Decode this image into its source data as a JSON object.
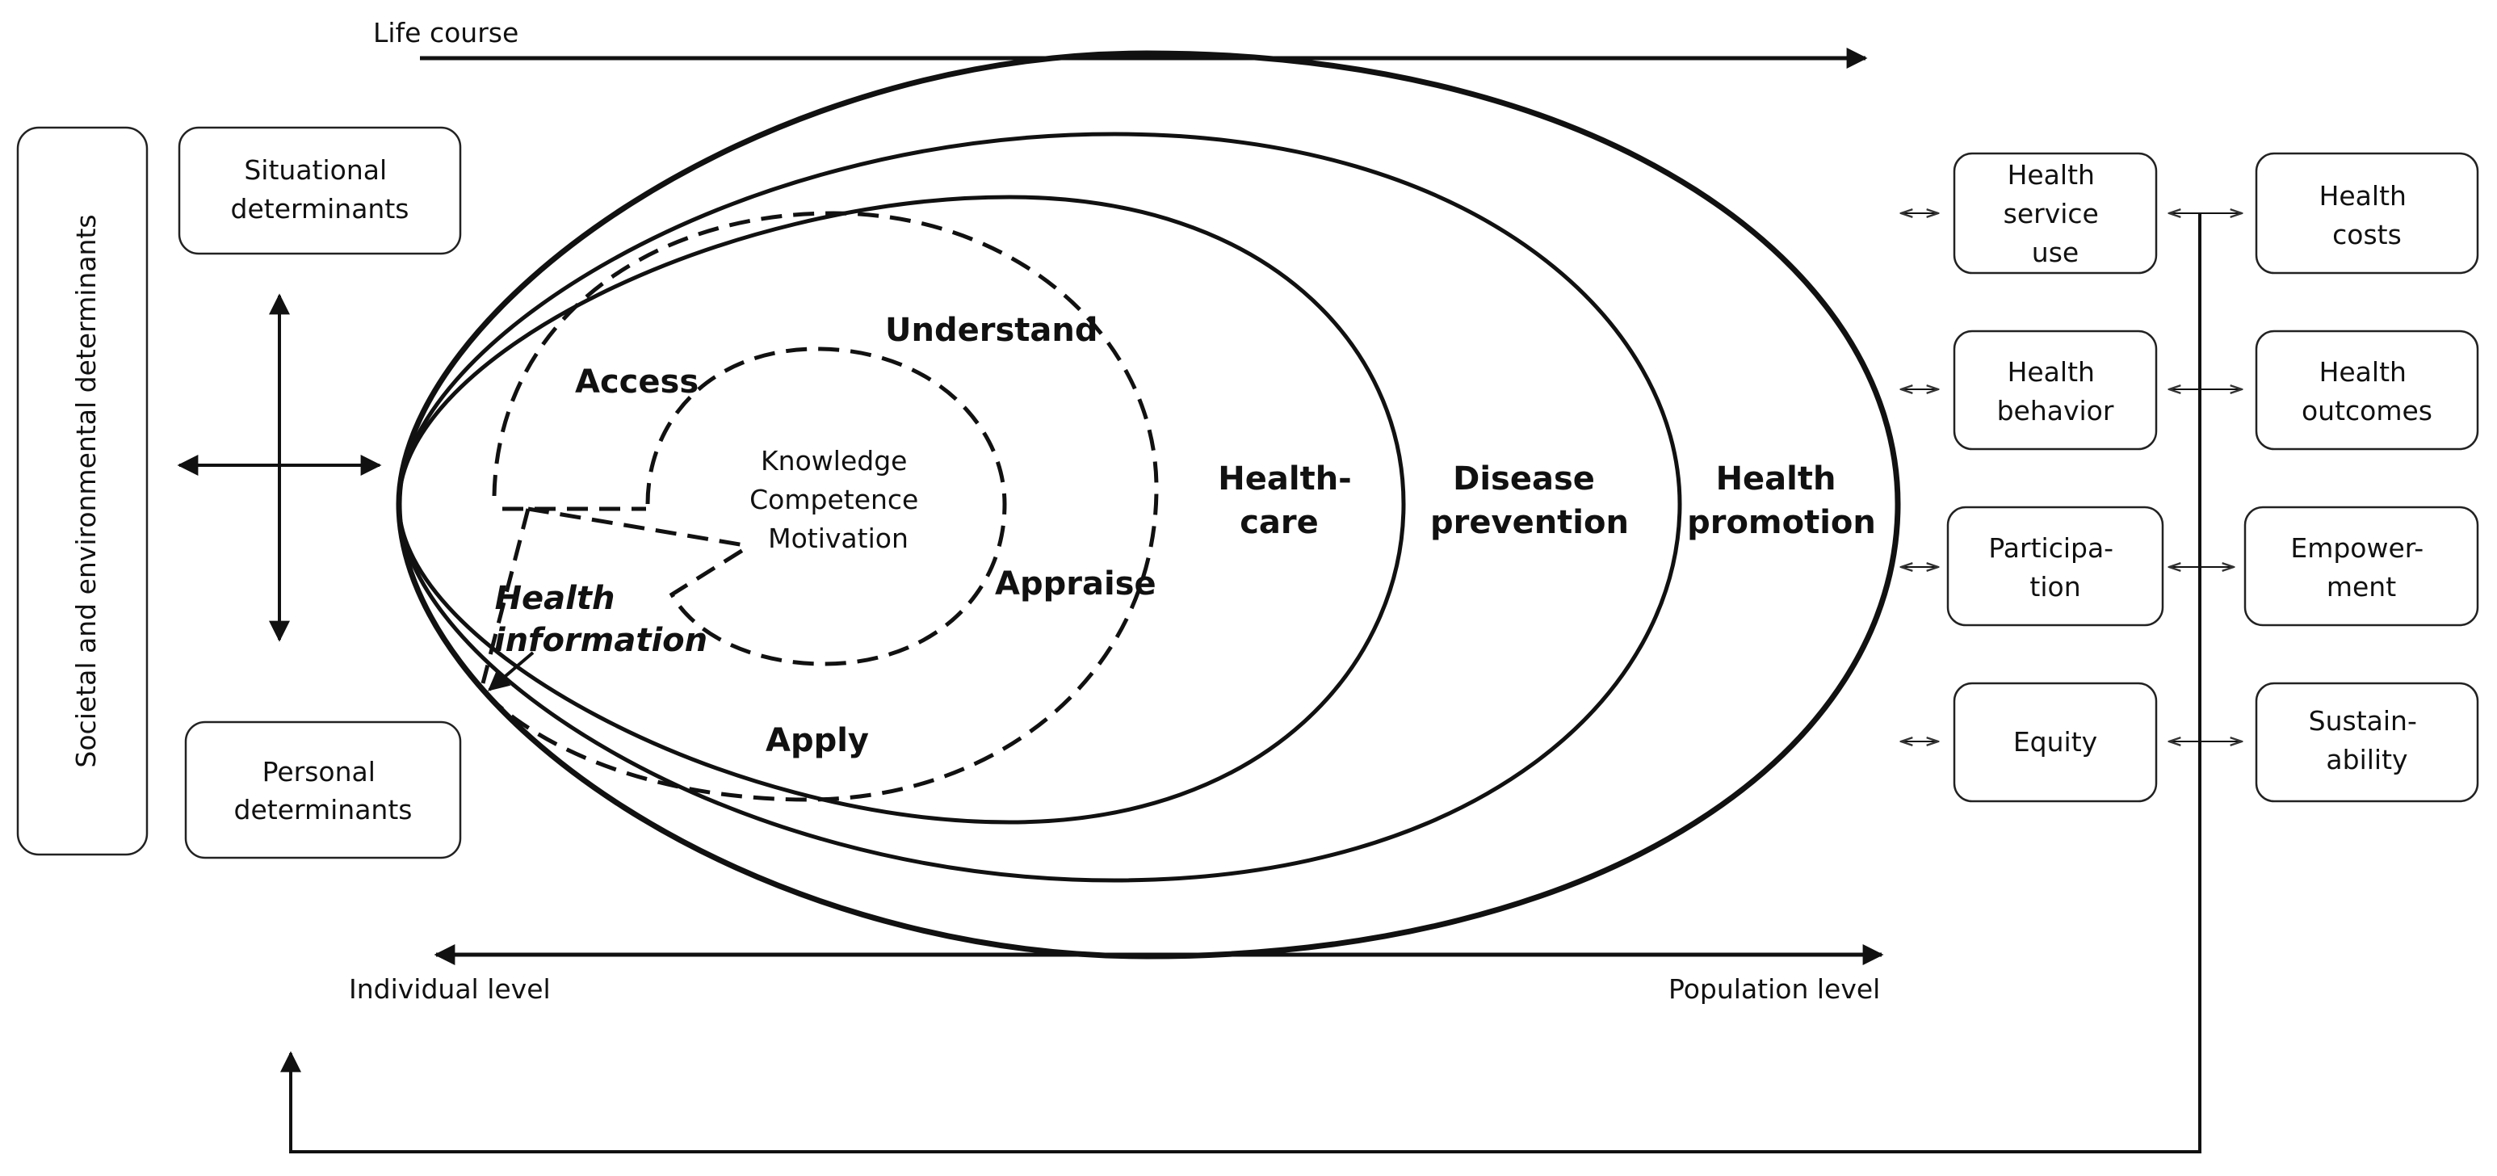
{
  "top": {
    "life_course": "Life course"
  },
  "side": {
    "societal": "Societal and environmental determinants"
  },
  "determinants": {
    "situational": [
      "Situational",
      "determinants"
    ],
    "personal": [
      "Personal",
      "determinants"
    ]
  },
  "core": {
    "access": "Access",
    "understand": "Understand",
    "appraise": "Appraise",
    "apply": "Apply",
    "inner": [
      "Knowledge",
      "Competence",
      "Motivation"
    ],
    "health_information": [
      "Health",
      "information"
    ]
  },
  "domains": {
    "healthcare": [
      "Health-",
      "care"
    ],
    "disease_prevention": [
      "Disease",
      "prevention"
    ],
    "health_promotion": [
      "Health",
      "promotion"
    ]
  },
  "bottom": {
    "individual_level": "Individual level",
    "population_level": "Population level"
  },
  "outcomes_left": [
    [
      "Health",
      "service",
      "use"
    ],
    [
      "Health",
      "behavior"
    ],
    [
      "Participa-",
      "tion"
    ],
    [
      "Equity"
    ]
  ],
  "outcomes_right": [
    [
      "Health",
      "costs"
    ],
    [
      "Health",
      "outcomes"
    ],
    [
      "Empower-",
      "ment"
    ],
    [
      "Sustain-",
      "ability"
    ]
  ]
}
